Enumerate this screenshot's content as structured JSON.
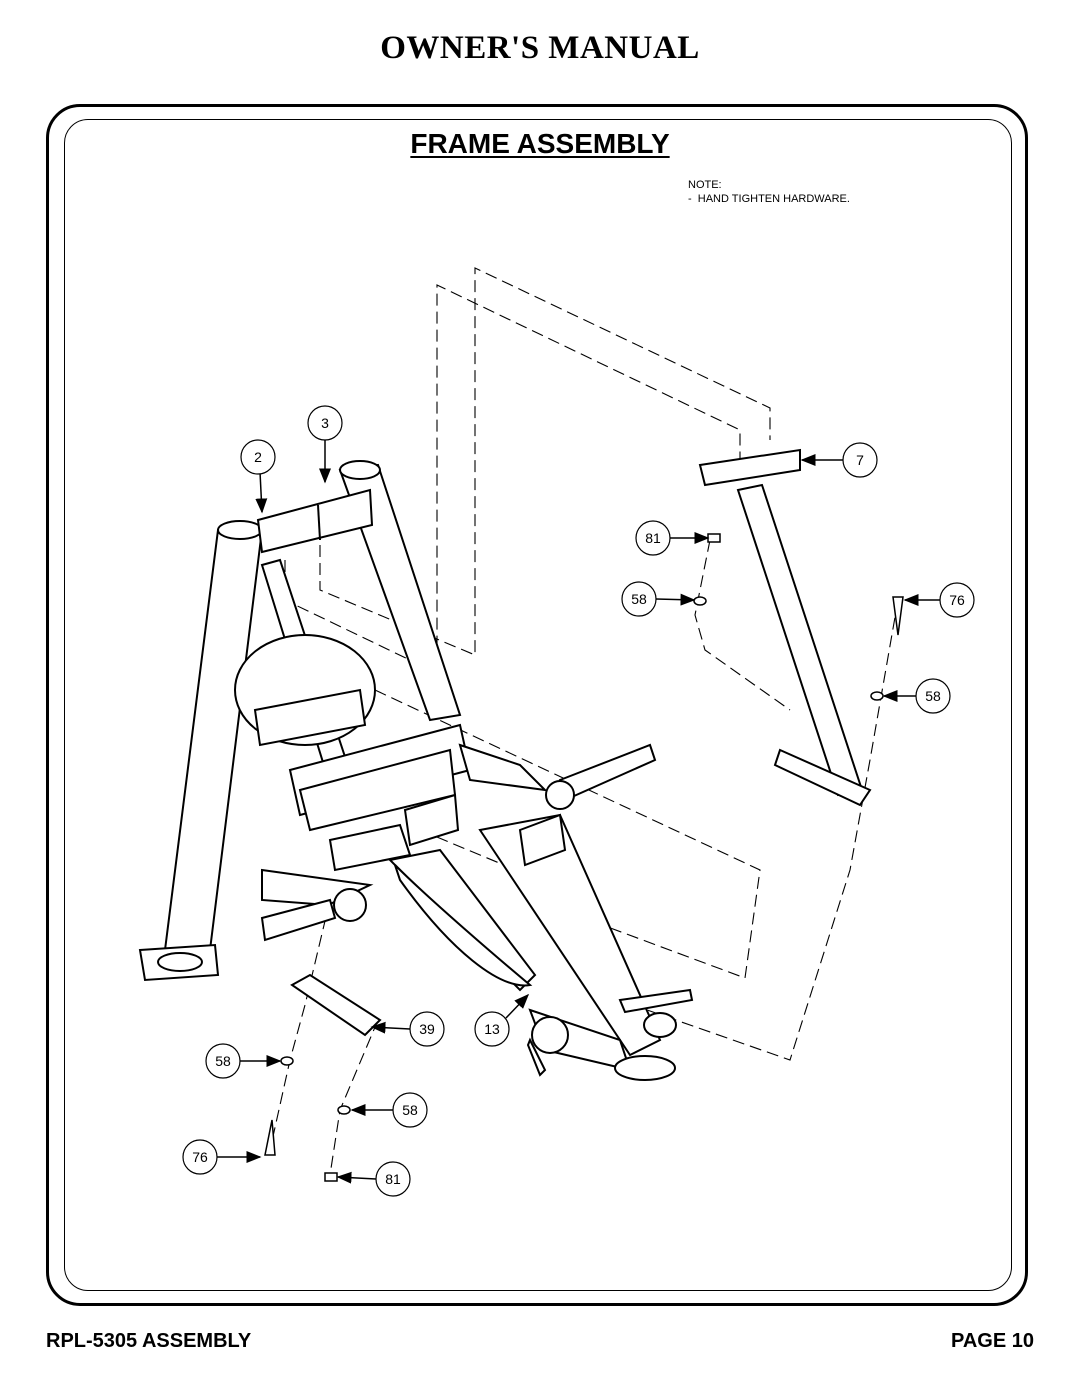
{
  "header": {
    "manual_title": "OWNER'S MANUAL"
  },
  "section": {
    "title": "FRAME ASSEMBLY"
  },
  "note": {
    "heading": "NOTE:",
    "line1": "-  HAND TIGHTEN HARDWARE."
  },
  "callouts": {
    "c2": "2",
    "c3": "3",
    "c7": "7",
    "c81a": "81",
    "c58a": "58",
    "c76a": "76",
    "c58b": "58",
    "c39": "39",
    "c13": "13",
    "c58c": "58",
    "c58d": "58",
    "c76b": "76",
    "c81b": "81"
  },
  "footer": {
    "model": "RPL-5305 ASSEMBLY",
    "page": "PAGE 10"
  }
}
